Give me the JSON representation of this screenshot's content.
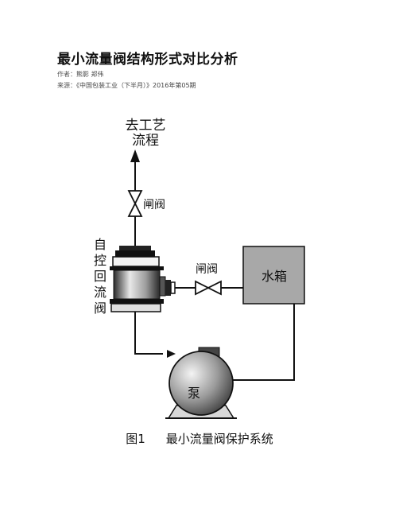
{
  "article": {
    "title": "最小流量阀结构形式对比分析",
    "author_label": "作者：",
    "author": "熊影 郑伟",
    "source_label": "来源：",
    "source": "《中国包装工业（下半月）》2016年第05期"
  },
  "figure": {
    "process_label_1": "去工艺",
    "process_label_2": "流程",
    "top_valve_label": "闸阀",
    "check_valve_label": [
      "自",
      "控",
      "回",
      "流",
      "阀"
    ],
    "side_valve_label": "闸阀",
    "tank_label": "水箱",
    "pump_label": "泵",
    "caption_number": "图1",
    "caption_text": "最小流量阀保护系统",
    "colors": {
      "line": "#111111",
      "tank_fill": "#a8a8a8",
      "pump_fill": "#8c8c8c"
    }
  }
}
